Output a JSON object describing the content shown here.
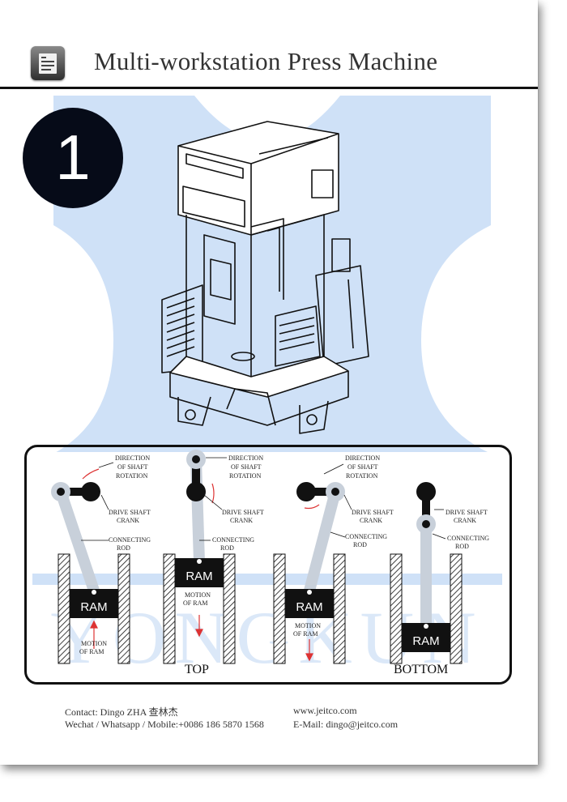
{
  "header": {
    "title": "Multi-workstation Press Machine",
    "icon": "document-icon"
  },
  "badge": {
    "number": "1"
  },
  "watermark": {
    "text": "YONGKUN",
    "color": "#cfe1f7"
  },
  "diagram": {
    "labels": {
      "direction": [
        "DIRECTION",
        "OF SHAFT",
        "ROTATION"
      ],
      "crank": [
        "DRIVE SHAFT",
        "CRANK"
      ],
      "rod": [
        "CONNECTING",
        "ROD"
      ],
      "motion": [
        "MOTION",
        "OF RAM"
      ],
      "ram": "RAM"
    },
    "captions": {
      "top": "TOP",
      "bottom": "BOTTOM"
    }
  },
  "contact": {
    "contact_line": "Contact: Dingo ZHA 查林杰",
    "phone_line": "Wechat / Whatsapp / Mobile:+0086 186 5870 1568",
    "website": "www.jeitco.com",
    "email": "E-Mail: dingo@jeitco.com"
  },
  "colors": {
    "accent": "#060b18",
    "watermark": "#cfe1f7",
    "arrow": "#d33"
  }
}
